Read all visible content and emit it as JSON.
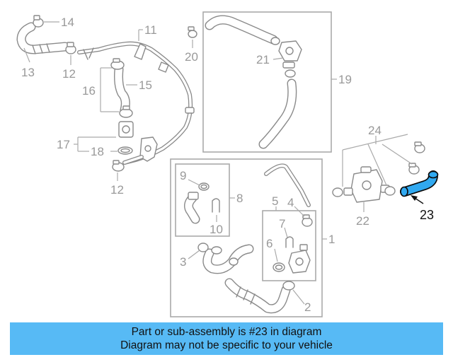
{
  "diagram": {
    "callouts": {
      "c1": "1",
      "c2": "2",
      "c3": "3",
      "c4": "4",
      "c5": "5",
      "c6": "6",
      "c7": "7",
      "c8": "8",
      "c9": "9",
      "c10": "10",
      "c11": "11",
      "c12a": "12",
      "c12b": "12",
      "c13": "13",
      "c14": "14",
      "c15": "15",
      "c16": "16",
      "c17": "17",
      "c18": "18",
      "c19": "19",
      "c20": "20",
      "c21": "21",
      "c22": "22",
      "c23": "23",
      "c24": "24"
    },
    "highlighted_part": "23",
    "highlight_color": "#31a9f0",
    "line_color": "#8a8a8a",
    "label_color": "#999999"
  },
  "footer": {
    "line1": "Part or sub-assembly is #23 in diagram",
    "line2": "Diagram may not be specific to your vehicle",
    "background": "#57baf5"
  }
}
